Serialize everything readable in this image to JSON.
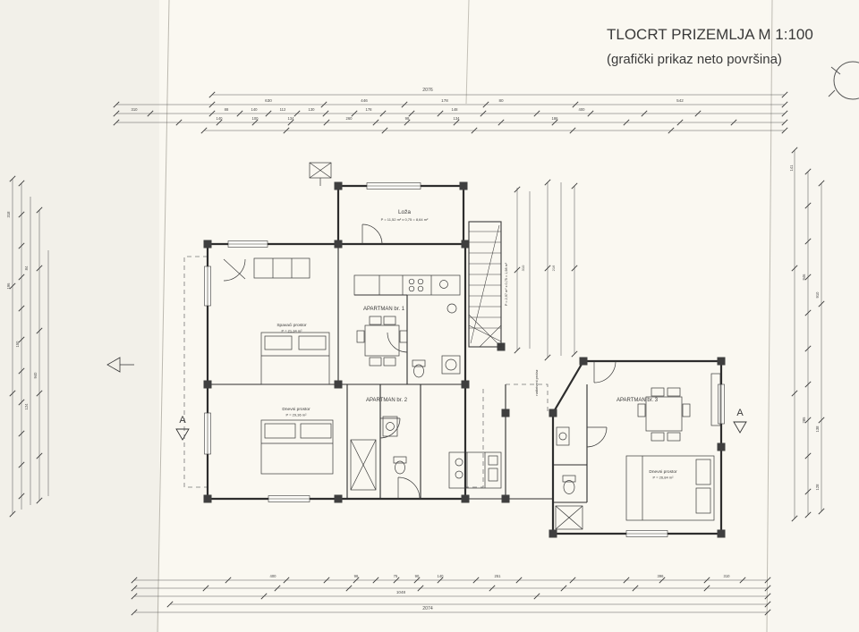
{
  "title": {
    "main": "TLOCRT PRIZEMLJA M 1:100",
    "subtitle": "(grafički prikaz neto površina)"
  },
  "plan": {
    "apartment1": {
      "label": "APARTMAN br. 1",
      "room": "Spavaći prostor",
      "area": "P = 21,34 m²"
    },
    "apartment2": {
      "label": "APARTMAN br. 2",
      "room": "Dnevni prostor",
      "area": "P = 29,36 m²"
    },
    "apartment3": {
      "label": "APARTMAN br. 3",
      "room": "Dnevni prostor",
      "area": "P = 26,84 m²"
    },
    "loggia": {
      "label": "Loža",
      "area": "P = 11,52 m² x 0,75 = 8,64 m²"
    },
    "stairs_note": "P = 2,97 m² x 0,75 = 1,98 m²",
    "passage_note": "natkriveni prolaz",
    "section_marker": "A"
  },
  "dimensions": {
    "top_total": "2076",
    "top_row1": [
      "630",
      "446",
      "178",
      "80",
      "542"
    ],
    "top_row2": [
      "310",
      "88",
      "140",
      "112",
      "130",
      "178",
      "148",
      "400"
    ],
    "top_row3": [
      "140",
      "100",
      "134",
      "260",
      "98",
      "134",
      "186"
    ],
    "bottom_row1": [
      "400",
      "96",
      "75",
      "90",
      "140",
      "251",
      "396",
      "310"
    ],
    "bottom_mid": "1048",
    "bottom_total": "2074",
    "left": [
      "318",
      "196",
      "150",
      "84",
      "124",
      "940"
    ],
    "right": [
      "141",
      "946",
      "285",
      "910",
      "138",
      "128"
    ],
    "mid": [
      "310",
      "216"
    ]
  }
}
